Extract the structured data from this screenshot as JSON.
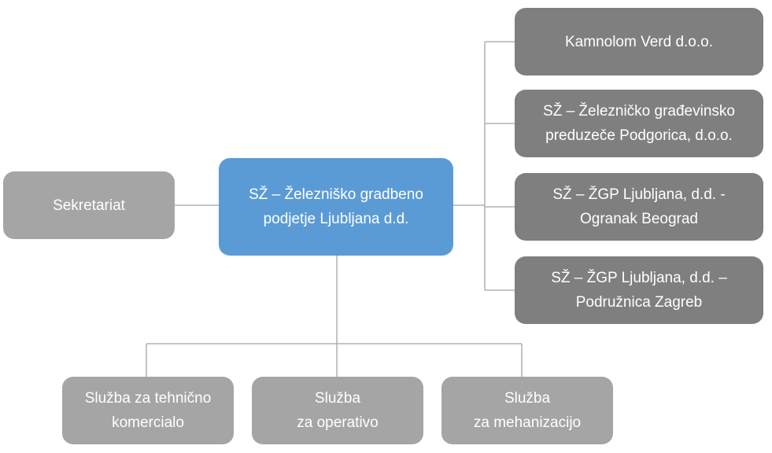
{
  "diagram": {
    "root": {
      "lines": [
        "SŽ –  Železniško gradbeno",
        "podjetje Ljubljana d.d."
      ]
    },
    "left": [
      {
        "lines": [
          "Sekretariat"
        ]
      }
    ],
    "right": [
      {
        "lines": [
          "Kamnolom Verd d.o.o."
        ]
      },
      {
        "lines": [
          "SŽ – Železničko građevinsko",
          "preduzeče Podgorica, d.o.o."
        ]
      },
      {
        "lines": [
          "SŽ –  ŽGP Ljubljana, d.d. -",
          "Ogranak Beograd"
        ]
      },
      {
        "lines": [
          "SŽ –  ŽGP Ljubljana, d.d. –",
          "Podružnica Zagreb"
        ]
      }
    ],
    "bottom": [
      {
        "lines": [
          "Služba za tehnično",
          "komercialo"
        ]
      },
      {
        "lines": [
          "Služba",
          "za operativo"
        ]
      },
      {
        "lines": [
          "Služba",
          "za mehanizacijo"
        ]
      }
    ],
    "colors": {
      "root_fill": "#5b9bd5",
      "side_fill": "#a5a5a5",
      "subsidiary_fill": "#7f7f7f",
      "connector": "#a5a5a5",
      "text": "#ffffff"
    }
  }
}
